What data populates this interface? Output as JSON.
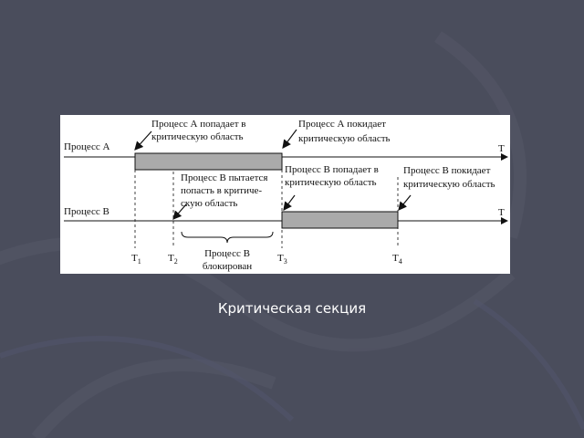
{
  "caption": "Критическая секция",
  "diagram": {
    "process_a_label": "Процесс A",
    "process_b_label": "Процесс B",
    "axis_label_a": "T",
    "axis_label_b": "T",
    "ann_a_enter_line1": "Процесс А попадает в",
    "ann_a_enter_line2": "критическую область",
    "ann_a_leave_line1": "Процесс А покидает",
    "ann_a_leave_line2": "критическую область",
    "ann_b_try_line1": "Процесс В пытается",
    "ann_b_try_line2": "попасть в критиче-",
    "ann_b_try_line3": "скую область",
    "ann_b_enter_line1": "Процесс В попадает в",
    "ann_b_enter_line2": "критическую область",
    "ann_b_leave_line1": "Процесс В покидает",
    "ann_b_leave_line2": "критическую область",
    "blocked_line1": "Процесс В",
    "blocked_line2": "блокирован",
    "t1": "T",
    "t1_sub": "1",
    "t2": "T",
    "t2_sub": "2",
    "t3": "T",
    "t3_sub": "3",
    "t4": "T",
    "t4_sub": "4",
    "critical_bar_color": "#aaaaaa",
    "background_color": "#4a4d5c"
  }
}
